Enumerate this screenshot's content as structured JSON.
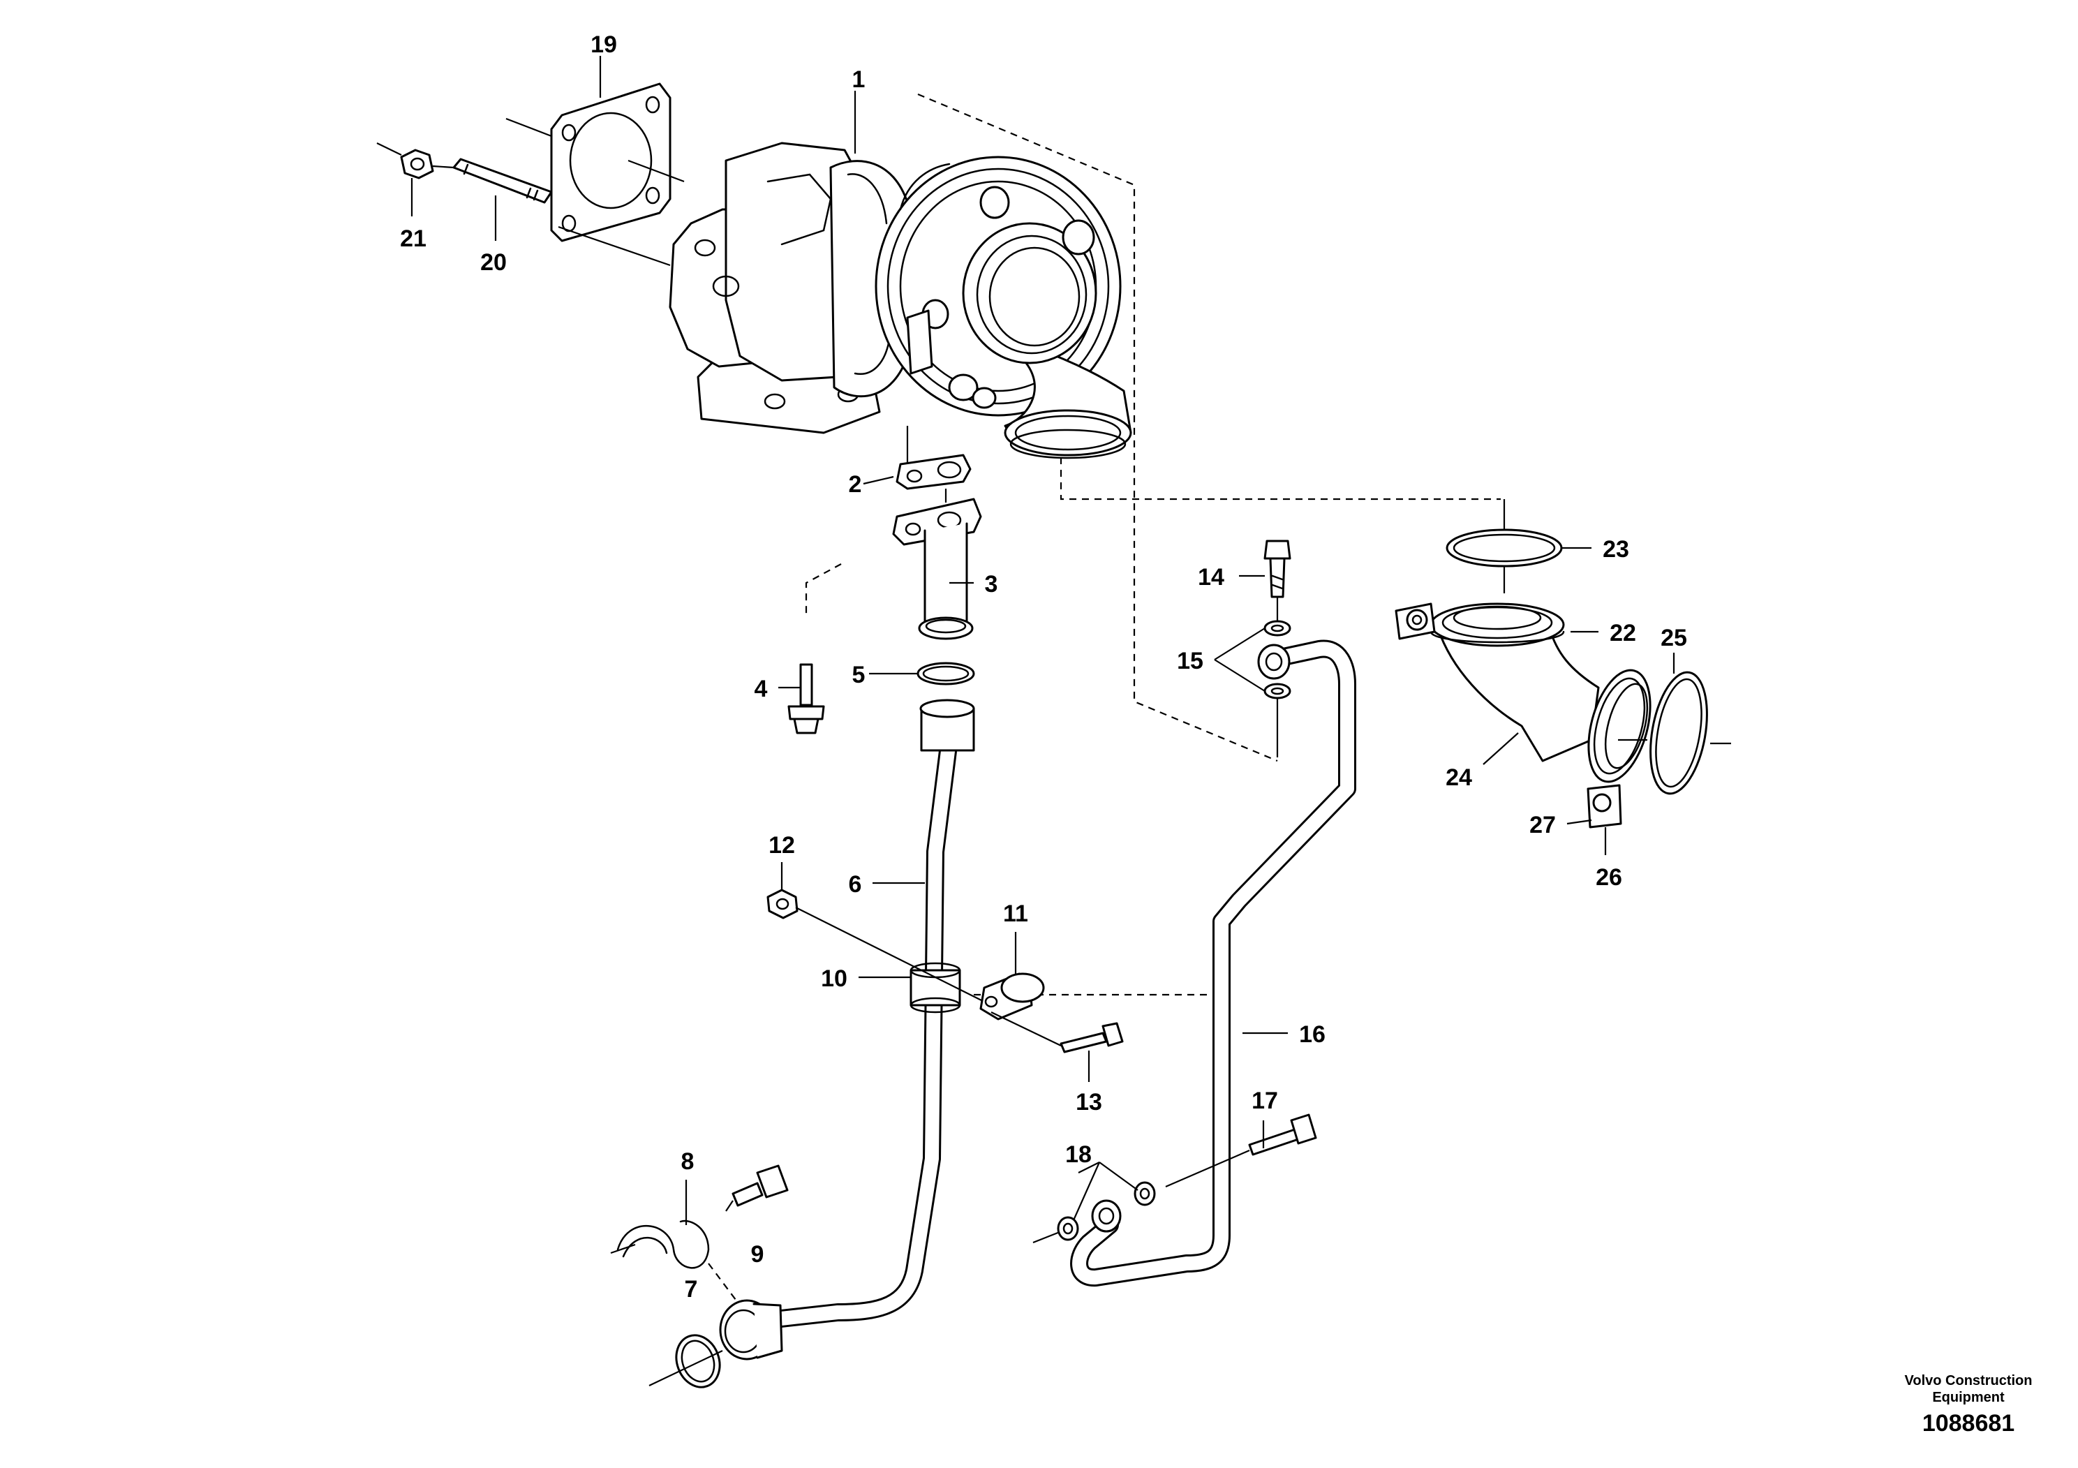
{
  "callouts": [
    {
      "id": "1",
      "text": "1"
    },
    {
      "id": "2",
      "text": "2"
    },
    {
      "id": "3",
      "text": "3"
    },
    {
      "id": "4",
      "text": "4"
    },
    {
      "id": "5",
      "text": "5"
    },
    {
      "id": "6",
      "text": "6"
    },
    {
      "id": "7",
      "text": "7"
    },
    {
      "id": "8",
      "text": "8"
    },
    {
      "id": "9",
      "text": "9"
    },
    {
      "id": "10",
      "text": "10"
    },
    {
      "id": "11",
      "text": "11"
    },
    {
      "id": "12",
      "text": "12"
    },
    {
      "id": "13",
      "text": "13"
    },
    {
      "id": "14",
      "text": "14"
    },
    {
      "id": "15",
      "text": "15"
    },
    {
      "id": "16",
      "text": "16"
    },
    {
      "id": "17",
      "text": "17"
    },
    {
      "id": "18",
      "text": "18"
    },
    {
      "id": "19",
      "text": "19"
    },
    {
      "id": "20",
      "text": "20"
    },
    {
      "id": "21",
      "text": "21"
    },
    {
      "id": "22",
      "text": "22"
    },
    {
      "id": "23",
      "text": "23"
    },
    {
      "id": "24",
      "text": "24"
    },
    {
      "id": "25",
      "text": "25"
    },
    {
      "id": "26",
      "text": "26"
    },
    {
      "id": "27",
      "text": "27"
    }
  ],
  "credit": {
    "line1": "Volvo Construction",
    "line2": "Equipment",
    "drawing_number": "1088681"
  }
}
